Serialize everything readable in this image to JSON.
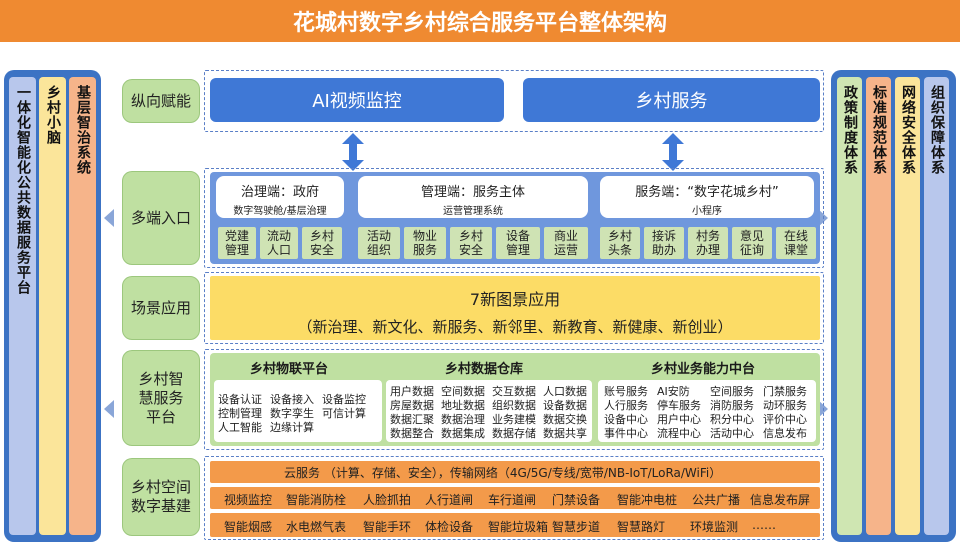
{
  "title": "花城村数字乡村综合服务平台整体架构",
  "left_columns": [
    "一体化智能化公共数据服务平台",
    "乡村小脑",
    "基层智治系统"
  ],
  "right_columns": [
    "政策制度体系",
    "标准规范体系",
    "网络安全体系",
    "组织保障体系"
  ],
  "row_labels": {
    "vertical": "纵向赋能",
    "multi": "多端入口",
    "scene": "场景应用",
    "smart": "乡村智慧服务平台",
    "infra": "乡村空间数字基建"
  },
  "vertical": {
    "ai": "AI视频监控",
    "service": "乡村服务"
  },
  "multi": {
    "gov_title": "治理端：政府",
    "gov_sub": "数字驾驶舱/基层治理",
    "mgmt_title": "管理端：服务主体",
    "mgmt_sub": "运营管理系统",
    "svc_title": "服务端：“数字花城乡村”",
    "svc_sub": "小程序",
    "cells": [
      "党建管理",
      "流动人口",
      "乡村安全",
      "活动组织",
      "物业服务",
      "乡村安全",
      "设备管理",
      "商业运营",
      "乡村头条",
      "接诉助办",
      "村务办理",
      "意见征询",
      "在线课堂"
    ]
  },
  "scene": {
    "title": "7新图景应用",
    "sub": "（新治理、新文化、新服务、新邻里、新教育、新健康、新创业）"
  },
  "smart": {
    "iot_title": "乡村物联平台",
    "iot_items": [
      "设备认证",
      "设备接入",
      "设备监控",
      "控制管理",
      "数字孪生",
      "可信计算",
      "人工智能",
      "边缘计算"
    ],
    "data_title": "乡村数据仓库",
    "data_items": [
      "用户数据",
      "空间数据",
      "交互数据",
      "人口数据",
      "房屋数据",
      "地址数据",
      "组织数据",
      "设备数据",
      "数据汇聚",
      "数据治理",
      "业务建模",
      "数据交换",
      "数据整合",
      "数据集成",
      "数据存储",
      "数据共享"
    ],
    "biz_title": "乡村业务能力中台",
    "biz_items": [
      "账号服务",
      "AI安防",
      "空间服务",
      "门禁服务",
      "人行服务",
      "停车服务",
      "消防服务",
      "动环服务",
      "设备中心",
      "用户中心",
      "积分中心",
      "评价中心",
      "事件中心",
      "流程中心",
      "活动中心",
      "信息发布"
    ]
  },
  "infra": {
    "line1": "云服务 （计算、存储、安全），传输网络（4G/5G/专线/宽带/NB-IoT/LoRa/WiFi）",
    "line2": [
      "视频监控",
      "智能消防栓",
      "人脸抓拍",
      "人行道闸",
      "车行道闸",
      "门禁设备",
      "智能冲电桩",
      "公共广播",
      "信息发布屏"
    ],
    "line3": [
      "智能烟感",
      "水电燃气表",
      "智能手环",
      "体检设备",
      "智能垃圾箱",
      "智慧步道",
      "智慧路灯",
      "环境监测",
      "……"
    ]
  }
}
